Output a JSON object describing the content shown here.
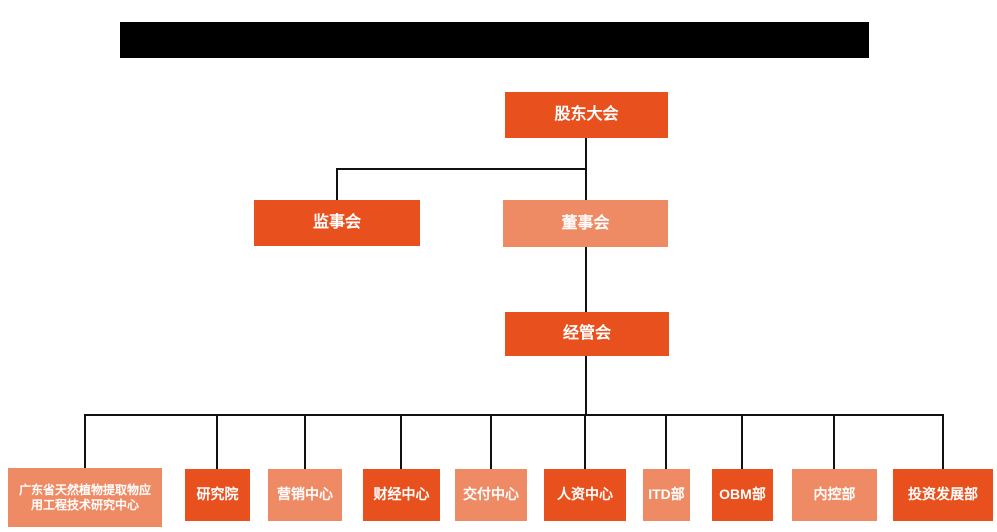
{
  "colors": {
    "primary_dark": "#E8511D",
    "primary_light": "#EE8A64",
    "line": "#111111",
    "text": "#FFFFFF",
    "background": "#FFFFFF",
    "redaction": "#000000"
  },
  "chart": {
    "type": "org-chart",
    "root": {
      "label": "股东大会"
    },
    "level2": [
      {
        "label": "监事会"
      },
      {
        "label": "董事会"
      }
    ],
    "level3": {
      "label": "经管会"
    },
    "children": [
      {
        "label": "广东省天然植物提取物应用工程技术研究中心"
      },
      {
        "label": "研究院"
      },
      {
        "label": "营销中心"
      },
      {
        "label": "财经中心"
      },
      {
        "label": "交付中心"
      },
      {
        "label": "人资中心"
      },
      {
        "label": "ITD部"
      },
      {
        "label": "OBM部"
      },
      {
        "label": "内控部"
      },
      {
        "label": "投资发展部"
      }
    ]
  }
}
